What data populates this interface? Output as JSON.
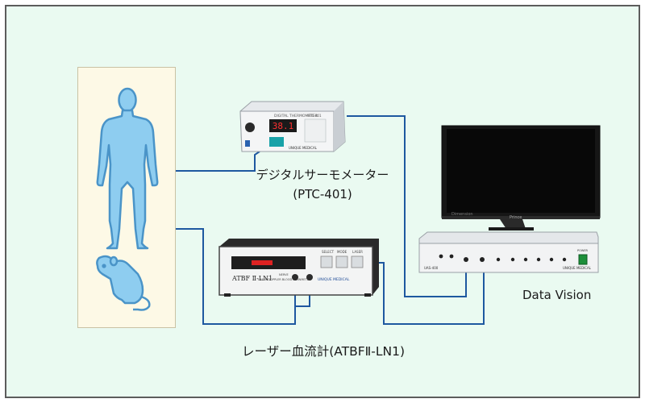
{
  "devices": {
    "thermometer": {
      "name": "デジタルサーモメーター",
      "model": "(PTC-401)",
      "panel_title": "DIGITAL THERMOMETER",
      "model_plate": "PTC-401",
      "brand": "UNIQUE MEDICAL",
      "display_value": "38.1"
    },
    "flowmeter": {
      "label": "レーザー血流計(ATBFⅡ-LN1)",
      "nameplate": "ATBF Ⅱ-LN1",
      "subtitle": "LASER DOPPLER BLOOD FLOWMETER",
      "brand": "UNIQUE MEDICAL",
      "buttons": [
        "SELECT",
        "MODE",
        "LASER"
      ],
      "side_text": "NERVE"
    },
    "datavision": {
      "label": "Data Vision",
      "model_plate": "UAS-400",
      "brand": "UNIQUE MEDICAL",
      "power_text": "POWER"
    },
    "monitor": {
      "brand": "Prince"
    }
  },
  "colors": {
    "background": "#eafaf1",
    "frame_border": "#5c5c5c",
    "subject_panel": "#fdf9e6",
    "figure_fill": "#8ecdf0",
    "figure_stroke": "#4a94c8",
    "wire": "#1e58a0"
  },
  "subjects": [
    "human-figure-icon",
    "rat-icon"
  ]
}
